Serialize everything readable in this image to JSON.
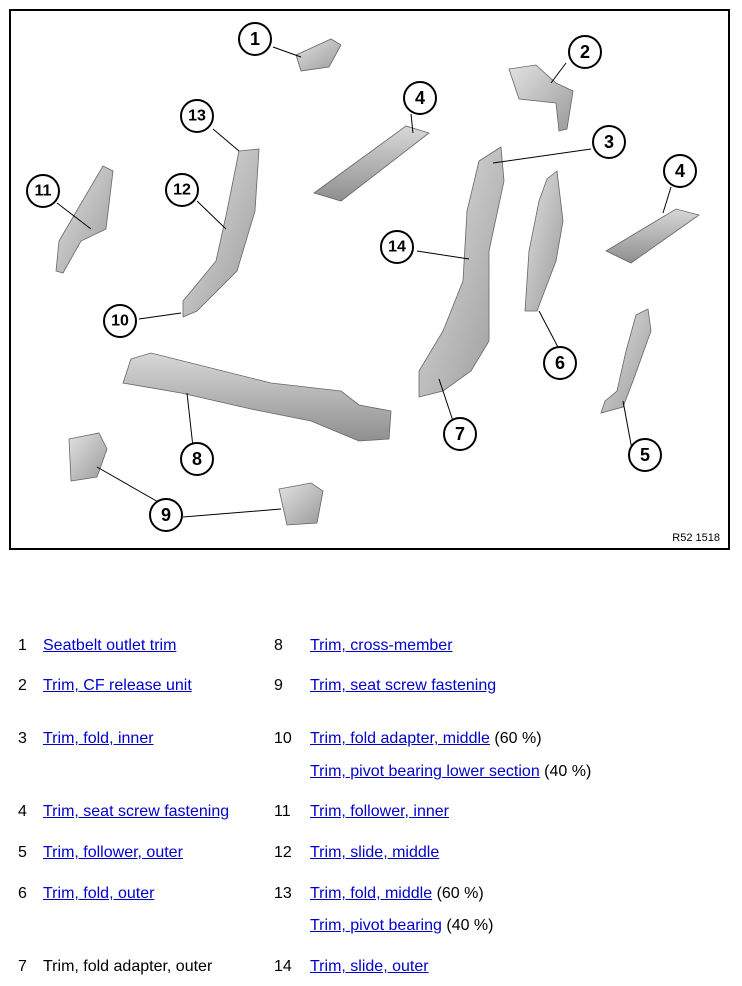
{
  "figure": {
    "reference": "R52 1518",
    "callouts": [
      "1",
      "2",
      "3",
      "4",
      "5",
      "6",
      "7",
      "8",
      "9",
      "10",
      "11",
      "12",
      "13",
      "14"
    ]
  },
  "legend": {
    "left": [
      {
        "number": "1",
        "label": "Seatbelt outlet trim",
        "link": true
      },
      {
        "number": "2",
        "label": "Trim, CF release unit",
        "link": true
      },
      {
        "number": "3",
        "label": "Trim, fold, inner",
        "link": true
      },
      {
        "number": "4",
        "label": "Trim, seat screw fastening",
        "link": true
      },
      {
        "number": "5",
        "label": "Trim, follower, outer",
        "link": true
      },
      {
        "number": "6",
        "label": "Trim, fold, outer",
        "link": true
      },
      {
        "number": "7",
        "label": "Trim, fold adapter, outer",
        "link": false
      }
    ],
    "right": [
      {
        "number": "8",
        "label": "Trim, cross-member",
        "link": true
      },
      {
        "number": "9",
        "label": "Trim, seat screw fastening",
        "link": true
      },
      {
        "number": "10",
        "label": "Trim, fold adapter, middle",
        "link": true,
        "suffix": "(60 %)"
      },
      {
        "number": "",
        "label": "Trim, pivot bearing lower section",
        "link": true,
        "suffix": "(40 %)"
      },
      {
        "number": "11",
        "label": "Trim, follower, inner",
        "link": true
      },
      {
        "number": "12",
        "label": "Trim, slide, middle",
        "link": true
      },
      {
        "number": "13",
        "label": "Trim, fold, middle",
        "link": true,
        "suffix": "(60 %)"
      },
      {
        "number": "",
        "label": "Trim, pivot bearing",
        "link": true,
        "suffix": "(40 %)"
      },
      {
        "number": "14",
        "label": "Trim, slide, outer",
        "link": true
      }
    ]
  }
}
